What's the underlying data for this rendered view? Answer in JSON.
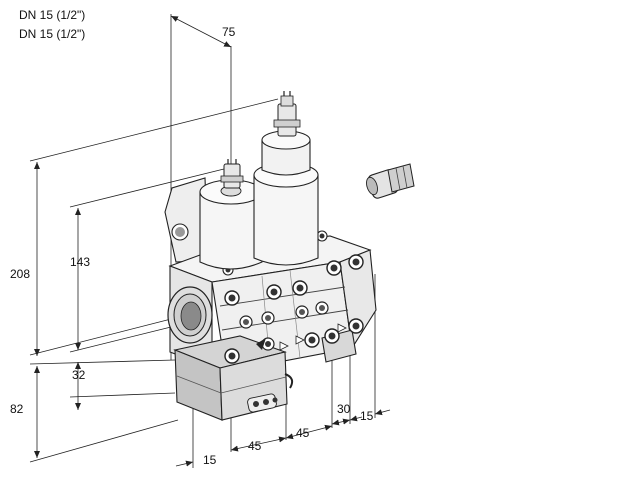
{
  "header": {
    "line1": "DN 15 (1/2\")",
    "line2": "DN 15 (1/2\")"
  },
  "dimensions": {
    "top_depth": "75",
    "total_height": "208",
    "upper_height": "143",
    "lower_offset": "32",
    "bottom_height": "82",
    "base_left": "15",
    "width_a": "45",
    "width_b": "45",
    "right_depth": "30",
    "right_offset": "15"
  },
  "colors": {
    "line": "#222222",
    "body_light": "#f2f2f2",
    "body_mid": "#d9d9d9",
    "body_dark": "#9a9a9a",
    "screw": "#333333"
  }
}
